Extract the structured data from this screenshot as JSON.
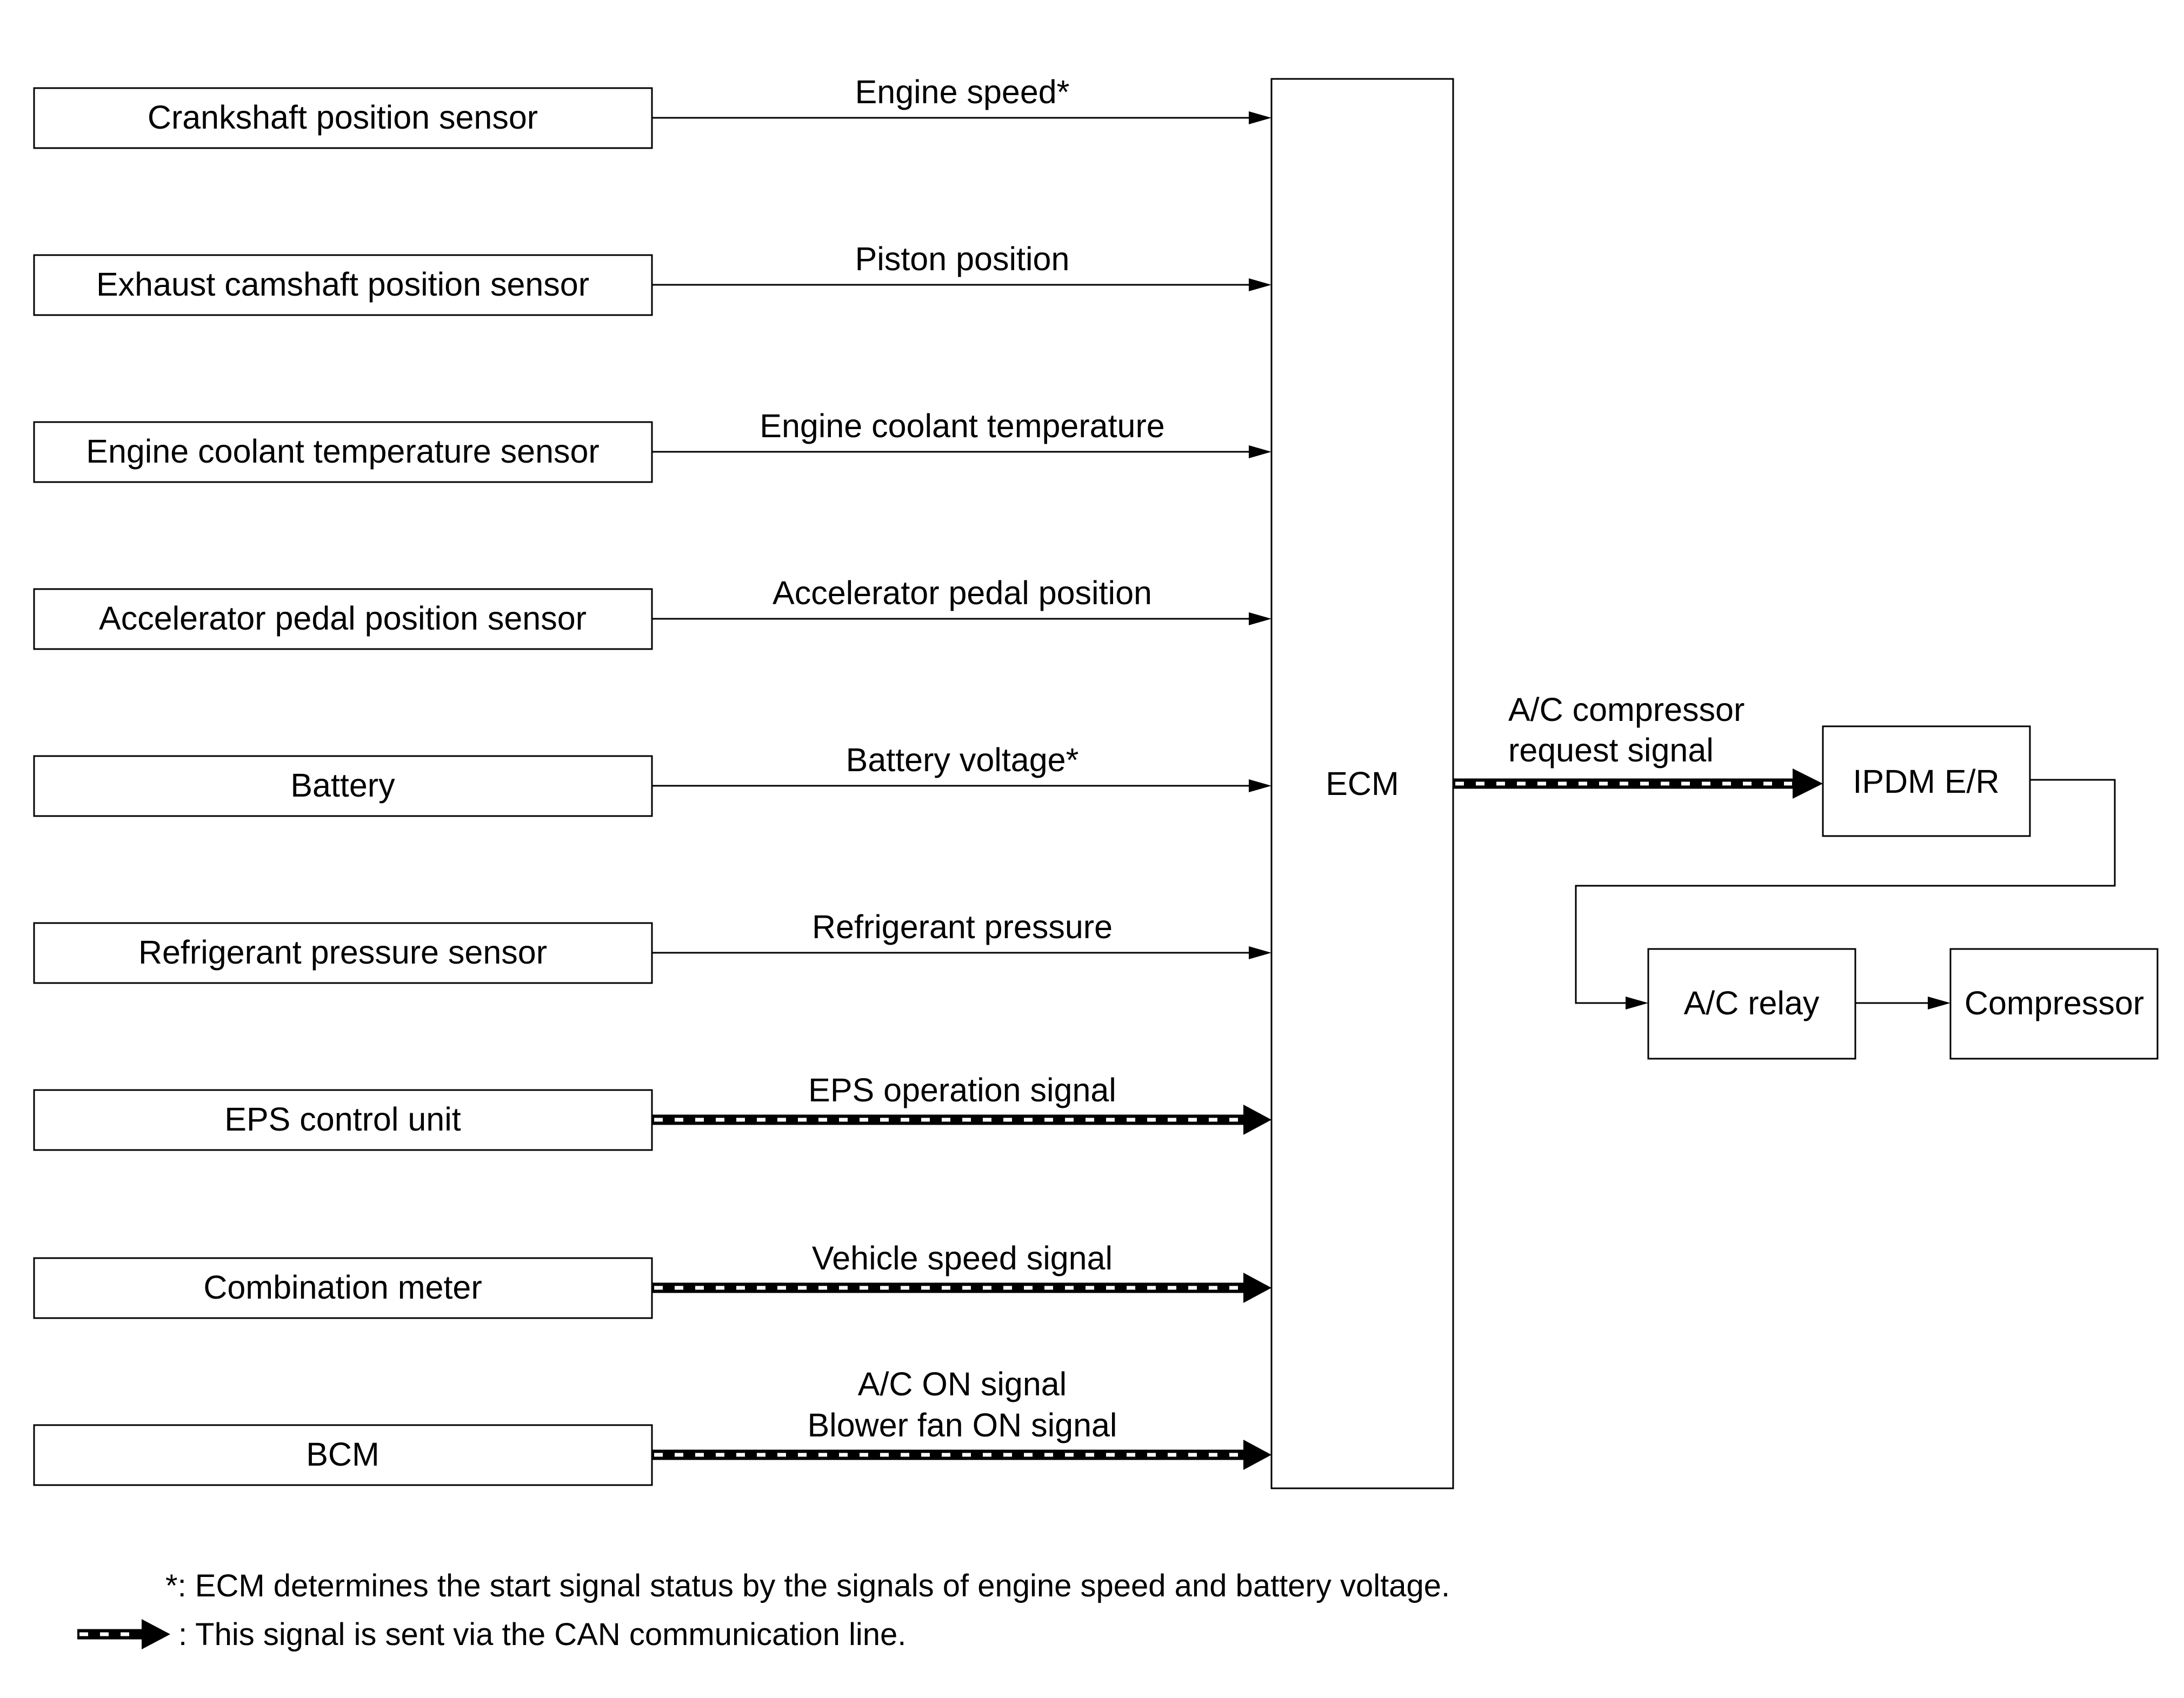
{
  "inputs": [
    {
      "label": "Crankshaft position sensor",
      "signal": [
        "Engine speed*"
      ],
      "can": false
    },
    {
      "label": "Exhaust camshaft position sensor",
      "signal": [
        "Piston position"
      ],
      "can": false
    },
    {
      "label": "Engine coolant temperature sensor",
      "signal": [
        "Engine coolant temperature"
      ],
      "can": false
    },
    {
      "label": "Accelerator pedal position sensor",
      "signal": [
        "Accelerator pedal position"
      ],
      "can": false
    },
    {
      "label": "Battery",
      "signal": [
        "Battery voltage*"
      ],
      "can": false
    },
    {
      "label": "Refrigerant pressure sensor",
      "signal": [
        "Refrigerant pressure"
      ],
      "can": false
    },
    {
      "label": "EPS control unit",
      "signal": [
        "EPS operation signal"
      ],
      "can": true
    },
    {
      "label": "Combination meter",
      "signal": [
        "Vehicle speed signal"
      ],
      "can": true
    },
    {
      "label": "BCM",
      "signal": [
        "A/C ON signal",
        "Blower fan ON signal"
      ],
      "can": true
    }
  ],
  "ecm": {
    "label": "ECM"
  },
  "output": {
    "signal": [
      "A/C compressor",
      "request signal"
    ],
    "can": true,
    "ipdm": "IPDM E/R",
    "relay": "A/C relay",
    "compressor": "Compressor"
  },
  "notes": {
    "asterisk": "*: ECM determines the start signal status by the signals of engine speed and battery voltage.",
    "can_legend": ": This signal is sent via the CAN communication line."
  }
}
